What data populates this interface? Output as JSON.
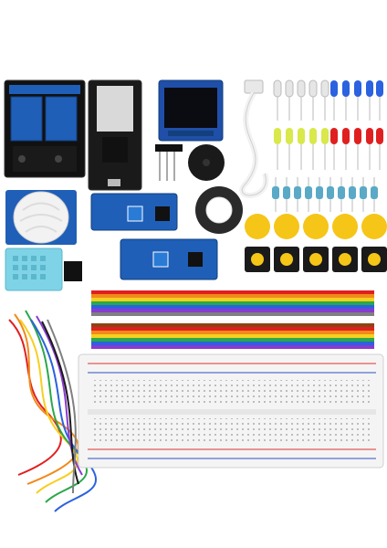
{
  "product": {
    "components": {
      "relay_module": {
        "channels": 2,
        "board_color": "#111111",
        "relay_color": "#1f5fb8"
      },
      "esp32_board": {
        "board_color": "#1a1a1a",
        "module_color": "#d9d9d9"
      },
      "oled_display": {
        "pcb_color": "#1f4fa8",
        "screen_color": "#0b0b12"
      },
      "usb_cable": {
        "color": "#f2f2f2"
      },
      "leds": {
        "rows": [
          {
            "colors": [
              "#e6e6e6",
              "#e6e6e6",
              "#e6e6e6",
              "#e6e6e6",
              "#e6e6e6"
            ]
          },
          {
            "colors": [
              "#2a62e0",
              "#2a62e0",
              "#2a62e0",
              "#2a62e0",
              "#2a62e0"
            ]
          },
          {
            "colors": [
              "#d9e84a",
              "#d9e84a",
              "#d9e84a",
              "#d9e84a",
              "#d9e84a"
            ]
          },
          {
            "colors": [
              "#e02020",
              "#e02020",
              "#e02020",
              "#e02020",
              "#e02020"
            ]
          }
        ]
      },
      "buzzers": {
        "active_color": "#1a1a1a",
        "passive_color": "#2a2a2a",
        "sticker_color": "#ffffff"
      },
      "pir_sensor": {
        "dome_color": "#f2f2f2",
        "pcb_color": "#1f5fb8"
      },
      "sensor_modules": {
        "pcb_color": "#1f5fb8",
        "pot_color": "#2a7bd6"
      },
      "dht11_sensor": {
        "housing_color": "#7fd3e6"
      },
      "resistors": {
        "count": 10,
        "body_color": "#5aa9c6"
      },
      "button_caps": {
        "count": 5,
        "color": "#f5c518"
      },
      "tactile_buttons": {
        "count": 5,
        "base_color": "#1a1a1a",
        "cap_color": "#f5c518"
      },
      "jumper_wires": {
        "colors": [
          "#e02020",
          "#f08a1a",
          "#f5d020",
          "#2aa84a",
          "#2a62e0",
          "#8a3ad0",
          "#808080",
          "#ffffff",
          "#1a1a1a",
          "#8b4513"
        ]
      },
      "breadboard": {
        "color": "#f4f4f4",
        "rail_red": "#e03030",
        "rail_blue": "#3050c0"
      }
    }
  }
}
